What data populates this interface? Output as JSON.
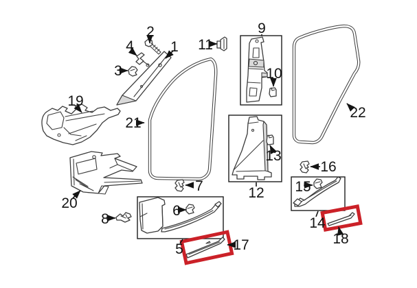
{
  "diagram": {
    "labels": {
      "p1": "1",
      "p2": "2",
      "p3": "3",
      "p4": "4",
      "p5": "5",
      "p6": "6",
      "p7": "7",
      "p8": "8",
      "p9": "9",
      "p10": "10",
      "p11": "11",
      "p12": "12",
      "p13": "13",
      "p14": "14",
      "p15": "15",
      "p16": "16",
      "p17": "17",
      "p18": "18",
      "p19": "19",
      "p20": "20",
      "p21": "21",
      "p22": "22"
    },
    "highlighted_parts": [
      "17",
      "18"
    ],
    "colors": {
      "background": "#ffffff",
      "line": "#3b3b3b",
      "label": "#141414",
      "highlight": "#cb2128"
    }
  }
}
